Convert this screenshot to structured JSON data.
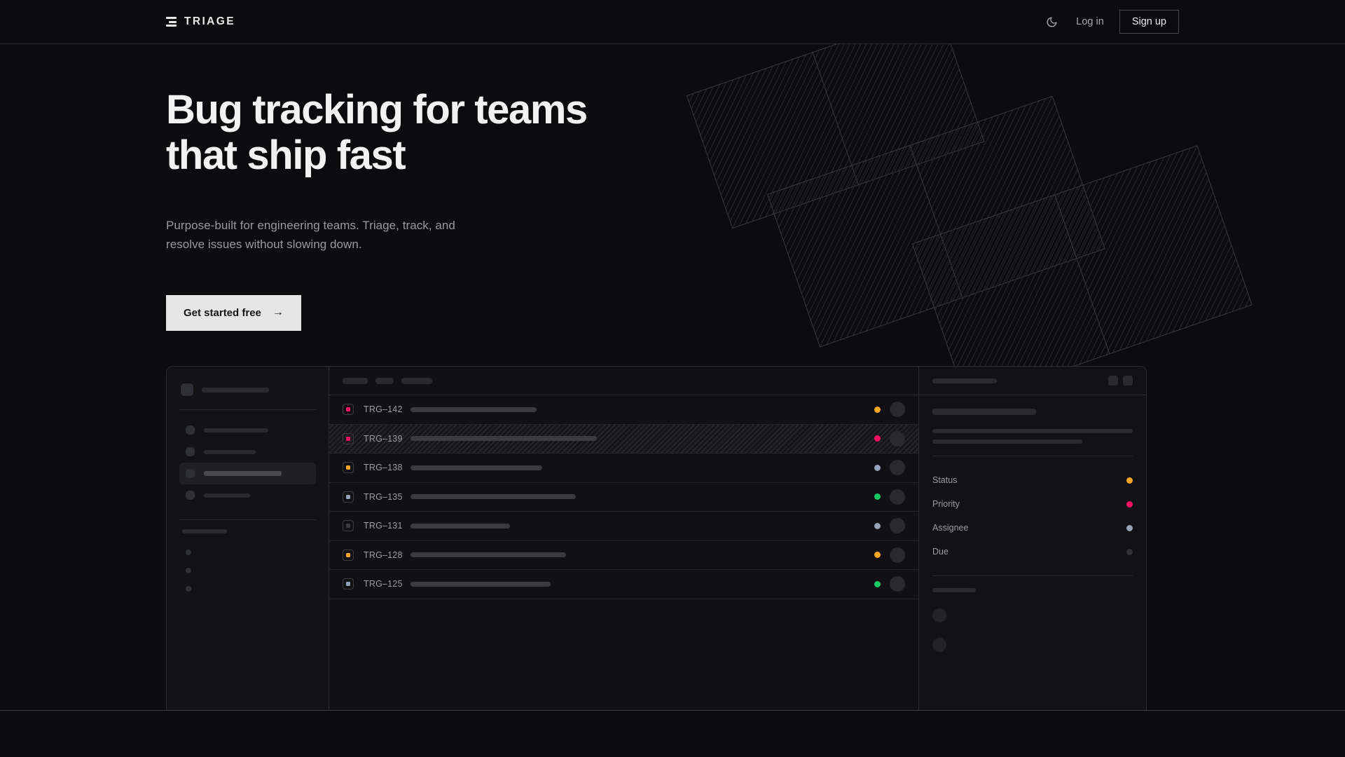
{
  "brand": {
    "name": "TRIAGE",
    "mark_icon": "triage-bars-logo"
  },
  "nav": {
    "theme_toggle_icon": "moon-icon",
    "login_label": "Log in",
    "signup_label": "Sign up"
  },
  "hero": {
    "headline": "Bug tracking for teams\nthat ship fast",
    "subhead": "Purpose-built for engineering teams. Triage, track, and\nresolve issues without slowing down.",
    "cta_label": "Get started free",
    "cta_arrow": "→"
  },
  "colors": {
    "page_bg": "#0C0C0E",
    "nav_border": "#2B2B30",
    "panel_bg": "#111113",
    "panel_border": "#2C2C31",
    "text_primary": "#F2F2F3",
    "text_muted": "#989AA0",
    "cta_bg": "#E6E6E6",
    "status_orange": "#F5A524",
    "status_pink": "#F31260",
    "status_green": "#17C964",
    "status_slate": "#94A3B8",
    "status_gray": "#3A3A3F"
  },
  "app_mock": {
    "sidebar": {
      "workspace_skeleton_width": 96,
      "nav_items": [
        {
          "skeleton_width": 92,
          "active": false
        },
        {
          "skeleton_width": 74,
          "active": false
        },
        {
          "skeleton_width": 111,
          "active": true
        },
        {
          "skeleton_width": 66,
          "active": false
        }
      ],
      "section_label_width": 64,
      "sub_items": 3
    },
    "list": {
      "filter_skeletons": [
        36,
        26,
        44
      ],
      "columns": [
        "priority",
        "id",
        "title",
        "status",
        "assignee"
      ],
      "rows": [
        {
          "id": "TRG–142",
          "priority_color": "#F31260",
          "title_width": 180,
          "status_color": "#F5A524",
          "selected": false
        },
        {
          "id": "TRG–139",
          "priority_color": "#F31260",
          "title_width": 266,
          "status_color": "#F31260",
          "selected": true
        },
        {
          "id": "TRG–138",
          "priority_color": "#F5A524",
          "title_width": 188,
          "status_color": "#94A3B8",
          "selected": false
        },
        {
          "id": "TRG–135",
          "priority_color": "#94A3B8",
          "title_width": 236,
          "status_color": "#17C964",
          "selected": false
        },
        {
          "id": "TRG–131",
          "priority_color": "#3A3A3F",
          "title_width": 142,
          "status_color": "#94A3B8",
          "selected": false
        },
        {
          "id": "TRG–128",
          "priority_color": "#F5A524",
          "title_width": 222,
          "status_color": "#F5A524",
          "selected": false
        },
        {
          "id": "TRG–125",
          "priority_color": "#94A3B8",
          "title_width": 200,
          "status_color": "#17C964",
          "selected": false
        }
      ]
    },
    "detail": {
      "header_skeleton_width": 92,
      "action_buttons": 2,
      "title_skeleton_width": 148,
      "body_skeleton_widths": [
        286,
        214
      ],
      "meta": [
        {
          "label": "Status",
          "value_color": "#F5A524"
        },
        {
          "label": "Priority",
          "value_color": "#F31260"
        },
        {
          "label": "Assignee",
          "value_color": "#94A3B8"
        },
        {
          "label": "Due",
          "value_color": "#2F2F34"
        }
      ],
      "activity_label_width": 62,
      "comments": 2
    }
  }
}
